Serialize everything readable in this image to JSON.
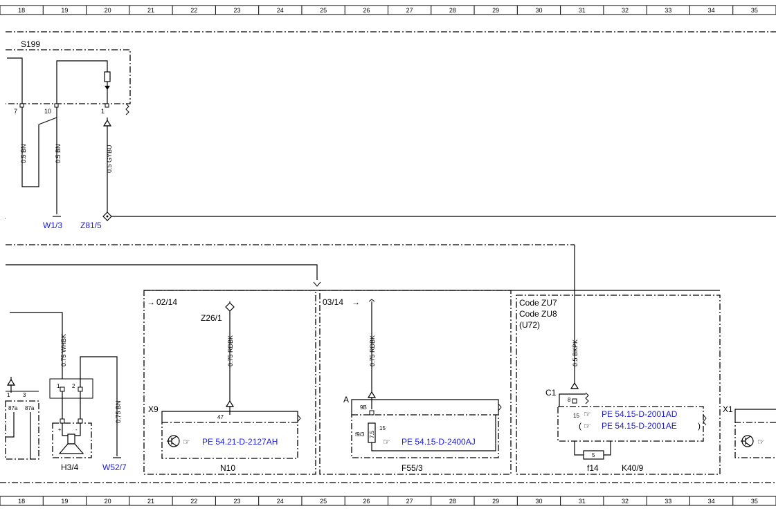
{
  "ruler": {
    "columns": [
      "18",
      "19",
      "20",
      "21",
      "22",
      "23",
      "24",
      "25",
      "26",
      "27",
      "28",
      "29",
      "30",
      "31",
      "32",
      "33",
      "34",
      "35"
    ]
  },
  "components": {
    "s199": "S199",
    "h3_4": "H3/4",
    "n10": "N10",
    "f55_3": "F55/3",
    "k40_9": "K40/9",
    "f14": "f14",
    "x9": "X9",
    "x1": "X1",
    "c1": "C1",
    "a": "A",
    "z26_1": "Z26/1"
  },
  "links": {
    "w1_3": "W1/3",
    "z81_5": "Z81/5",
    "w52_7": "W52/7",
    "pe_2127ah": "PE 54.21-D-2127AH",
    "pe_2400aj": "PE 54.15-D-2400AJ",
    "pe_2001ad": "PE 54.15-D-2001AD",
    "pe_2001ae": "PE 54.15-D-2001AE"
  },
  "wires": {
    "bn1": "0.5 BN",
    "bn2": "0.5 BN",
    "gybu": "0.5 GYBU",
    "whbk": "0.75 WHBK",
    "bn075": "0.75 BN",
    "rdbk1": "0.75 RDBK",
    "rdbk2": "0.75 RDBK",
    "bkpk": "0.5 BKPK"
  },
  "pins": {
    "p7": "7",
    "p10": "10",
    "p1": "1",
    "h_1": "1",
    "h_3": "3",
    "h_87a1": "87a",
    "h_87a2": "87a",
    "h34_1": "1",
    "h34_2": "2",
    "h34_plus": "+",
    "h34_minus": "-",
    "p47": "47",
    "p9b": "9B",
    "p15a": "15",
    "pf9_3": "f9/3",
    "p7_5": "7.5",
    "p8": "8",
    "p15b": "15",
    "p5": "5"
  },
  "refs": {
    "r0214": "02/14",
    "r0314": "03/14"
  },
  "codes": {
    "zu7": "Code ZU7",
    "zu8": "Code ZU8",
    "u72": "(U72)",
    "open_paren": "(",
    "close_paren": ")"
  },
  "icons": {
    "manual": "☞",
    "transistor": "transistor-symbol-icon"
  }
}
